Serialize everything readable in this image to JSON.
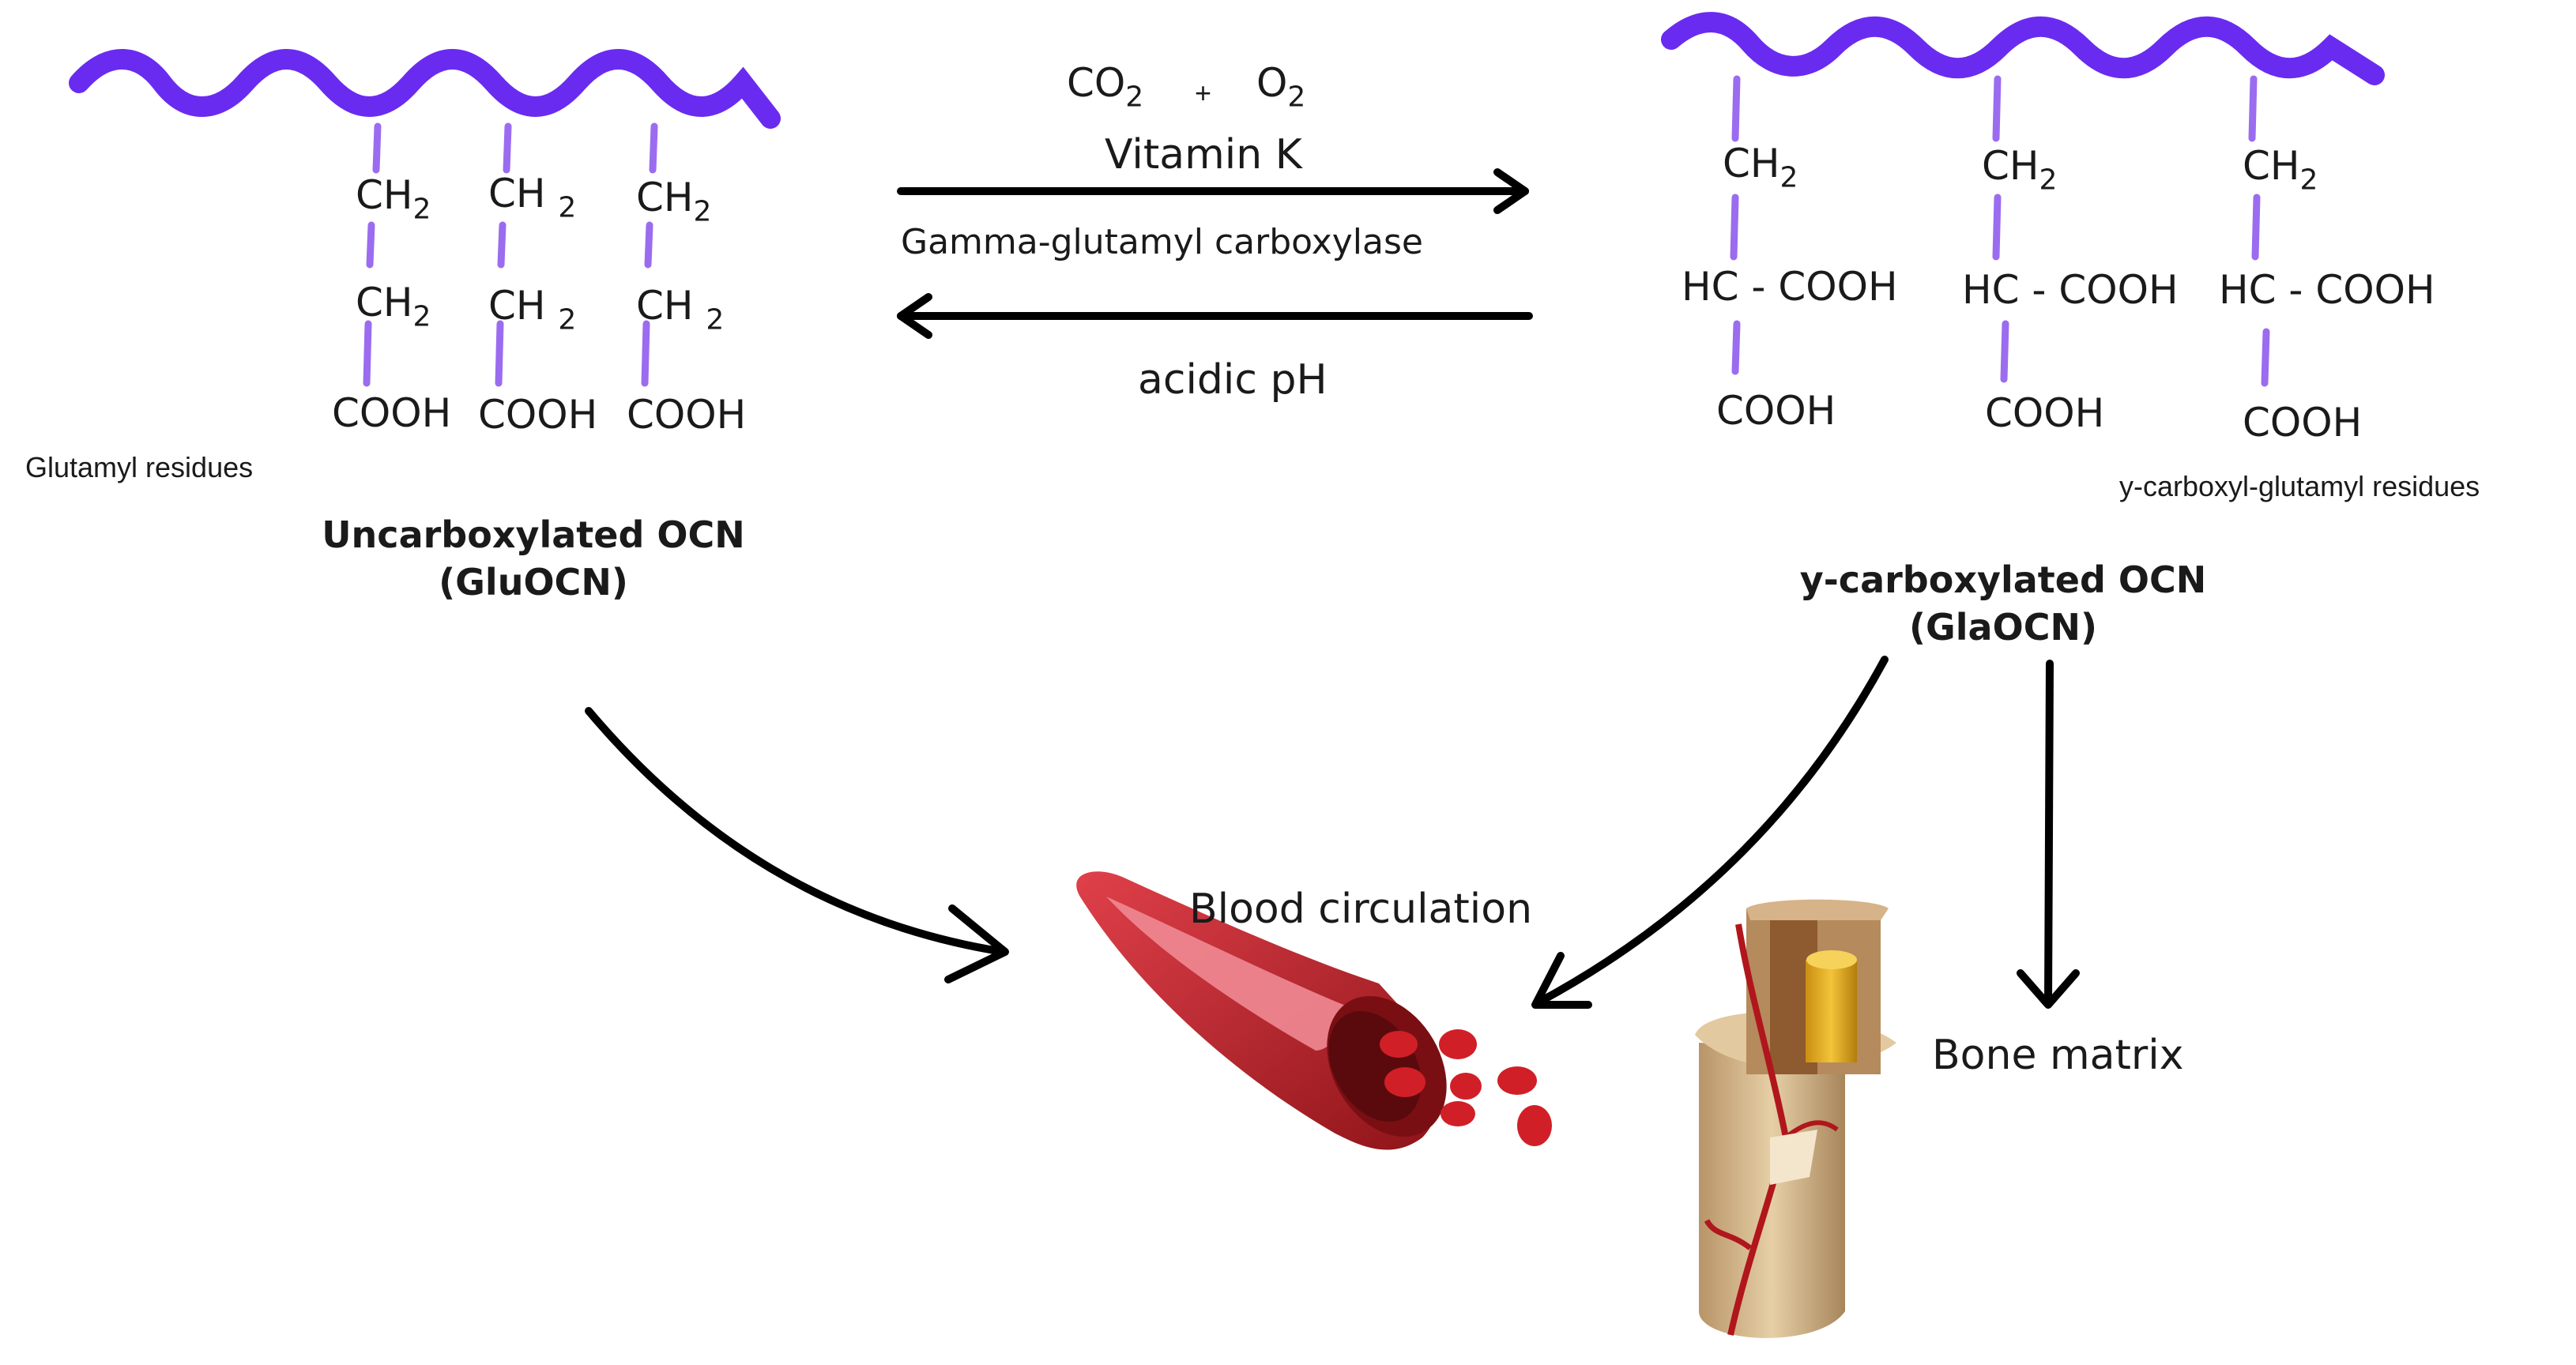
{
  "reaction": {
    "co2": "CO",
    "co2_sub": "2",
    "plus": "+",
    "o2": "O",
    "o2_sub": "2",
    "vitamin": "Vitamin K",
    "enzyme": "Gamma-glutamyl carboxylase",
    "reverse": "acidic pH"
  },
  "left": {
    "residue_caption": "Glutamyl residues",
    "title_line1": "Uncarboxylated OCN",
    "title_line2": "(GluOCN)",
    "ch": "CH",
    "sub2": "2",
    "cooh": "COOH"
  },
  "right": {
    "residue_caption": "y-carboxyl-glutamyl residues",
    "title_line1": "y-carboxylated OCN",
    "title_line2": "(GlaOCN)",
    "ch": "CH",
    "sub2": "2",
    "hc_cooh": "HC - COOH",
    "cooh": "COOH"
  },
  "bottom": {
    "blood": "Blood circulation",
    "bone": "Bone matrix"
  },
  "colors": {
    "backbone": "#6a2bf0",
    "bond": "#9b6cf0",
    "arrow": "#000000",
    "vessel": "#c4232b",
    "bone": "#d7b98e"
  }
}
